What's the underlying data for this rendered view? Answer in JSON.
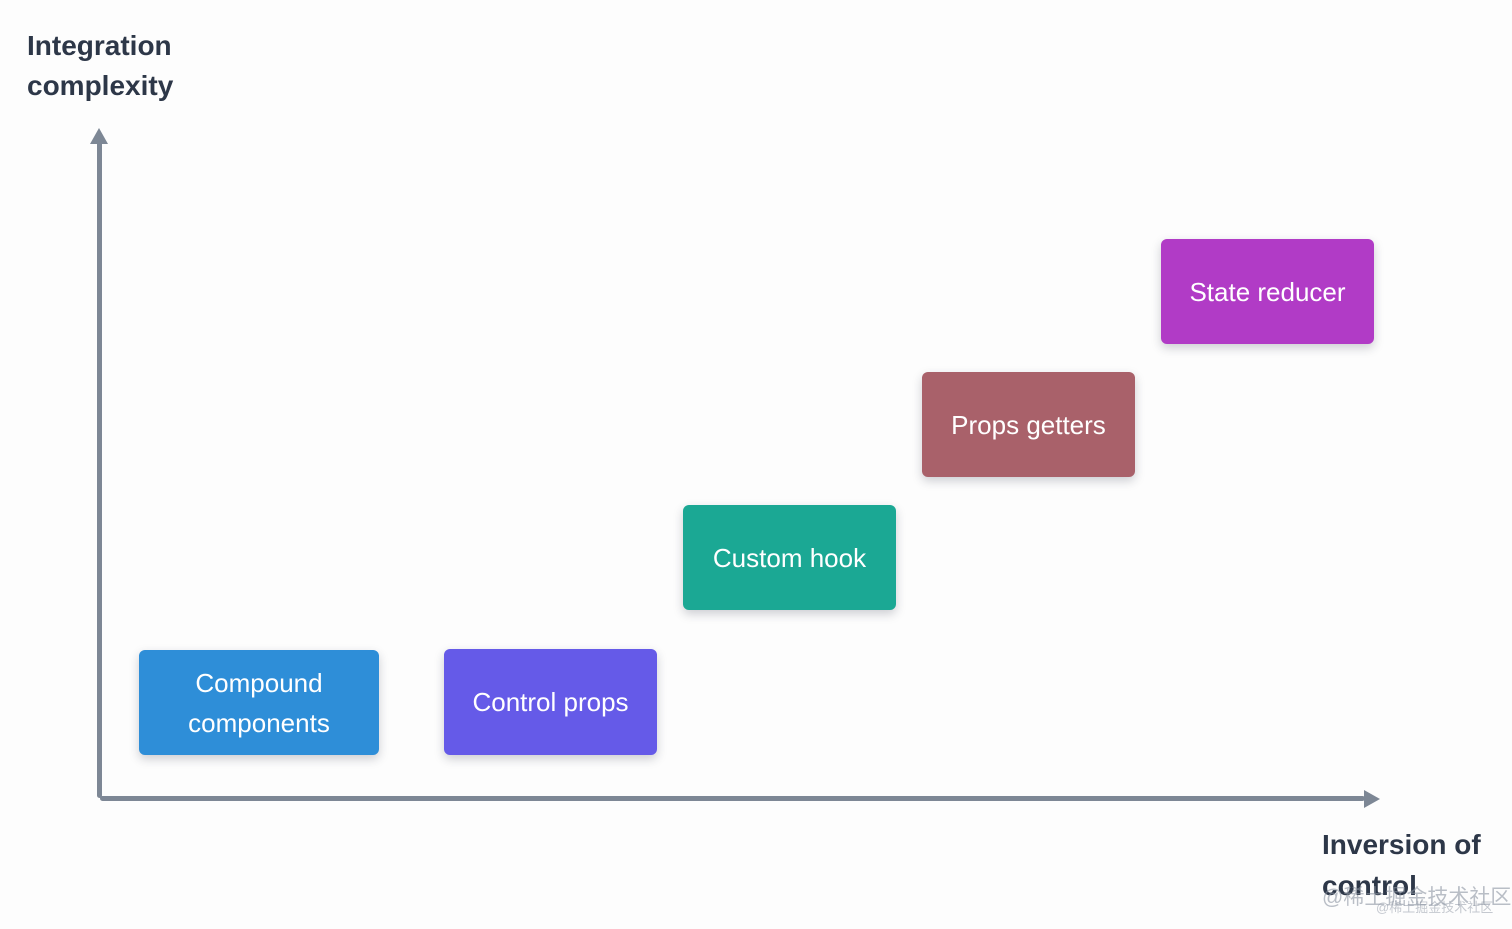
{
  "page": {
    "background_color": "#fdfdfd",
    "axis_color": "#7d8795",
    "axis_label_color": "#2d3748"
  },
  "y_axis": {
    "label_line1": "Integration",
    "label_line2": "complexity"
  },
  "x_axis": {
    "label_line1": "Inversion of",
    "label_line2": "control"
  },
  "boxes": [
    {
      "id": "compound-components",
      "label": "Compound components",
      "color": "#2e8ed8"
    },
    {
      "id": "control-props",
      "label": "Control props",
      "color": "#655ae8"
    },
    {
      "id": "custom-hook",
      "label": "Custom hook",
      "color": "#1ba894"
    },
    {
      "id": "props-getters",
      "label": "Props getters",
      "color": "#a9616a"
    },
    {
      "id": "state-reducer",
      "label": "State reducer",
      "color": "#b13bc6"
    }
  ],
  "watermark": {
    "primary": "@稀土掘金技术社区",
    "secondary": "@稀土掘金技术社区"
  }
}
